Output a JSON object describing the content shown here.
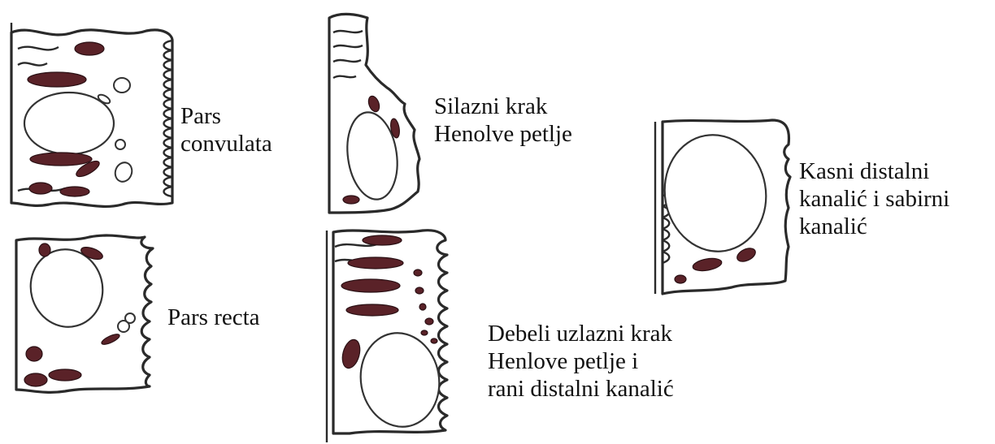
{
  "labels": {
    "pars_convulata": [
      "Pars",
      "convulata"
    ],
    "silazni": [
      "Silazni krak",
      "Henolve petlje"
    ],
    "kasni": [
      "Kasni distalni",
      "kanalić i sabirni",
      "kanalić"
    ],
    "pars_recta": [
      "Pars recta"
    ],
    "debeli": [
      "Debeli uzlazni krak",
      "Henlove petlje i",
      "rani distalni kanalić"
    ]
  },
  "colors": {
    "outline": "#2a2a2a",
    "mitochondria": "#5a2228",
    "background": "#ffffff"
  }
}
